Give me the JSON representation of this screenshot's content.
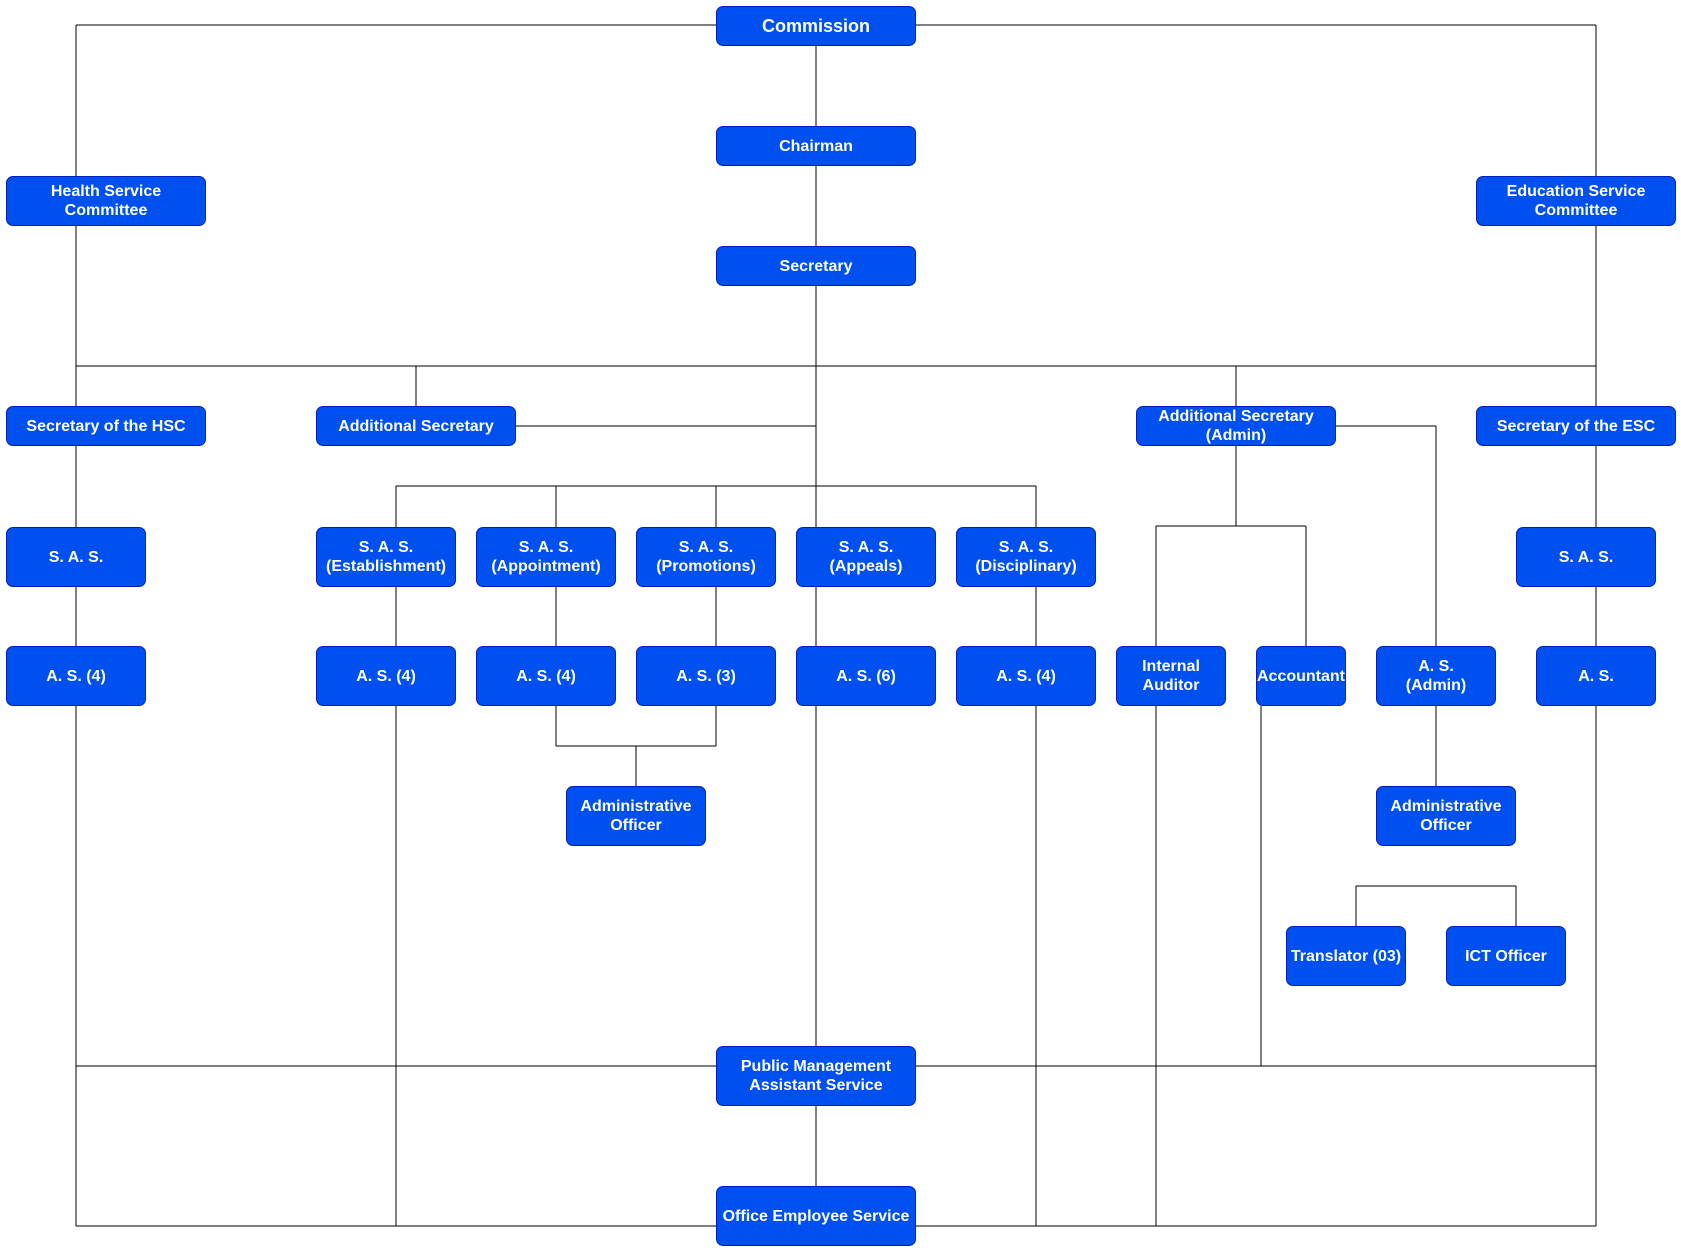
{
  "colors": {
    "box_fill": "#0050EF",
    "box_border": "#001DBC",
    "text": "#FFFFFF",
    "line": "#000000"
  },
  "nodes": {
    "commission": "Commission",
    "chairman": "Chairman",
    "secretary": "Secretary",
    "hsc": "Health Service\nCommittee",
    "esc": "Education Service\nCommittee",
    "sec_hsc": "Secretary of the HSC",
    "add_sec": "Additional Secretary",
    "add_sec_admin": "Additional Secretary\n(Admin)",
    "sec_esc": "Secretary of the ESC",
    "sas_hsc": "S. A. S.",
    "sas_est": "S. A. S.\n(Establishment)",
    "sas_app": "S. A. S.\n(Appointment)",
    "sas_pro": "S. A. S.\n(Promotions)",
    "sas_appeals": "S. A. S.\n(Appeals)",
    "sas_dis": "S. A. S.\n(Disciplinary)",
    "sas_esc": "S. A. S.",
    "as_hsc": "A. S. (4)",
    "as_est": "A. S. (4)",
    "as_app": "A. S. (4)",
    "as_pro": "A. S. (3)",
    "as_appeals": "A. S. (6)",
    "as_dis": "A. S. (4)",
    "internal_auditor": "Internal\nAuditor",
    "accountant": "Accountant",
    "as_admin": "A. S.\n(Admin)",
    "as_esc": "A. S.",
    "admin_officer_1": "Administrative\nOfficer",
    "admin_officer_2": "Administrative\nOfficer",
    "translator": "Translator (03)",
    "ict_officer": "ICT Officer",
    "pmas": "Public Management\nAssistant Service",
    "oes": "Office Employee Service"
  }
}
